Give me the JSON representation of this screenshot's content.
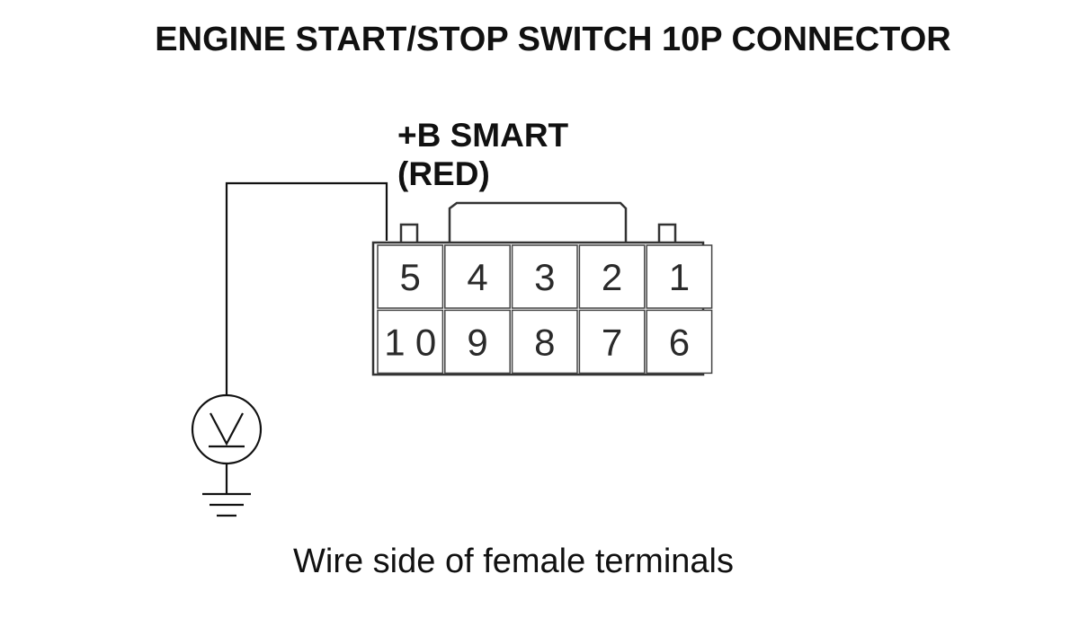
{
  "title": "ENGINE START/STOP SWITCH 10P CONNECTOR",
  "wire_label": {
    "line1": "+B SMART",
    "line2": "(RED)"
  },
  "connector": {
    "top_row": [
      "5",
      "4",
      "3",
      "2",
      "1"
    ],
    "bottom_row": [
      "10",
      "9",
      "8",
      "7",
      "6"
    ],
    "probed_terminal": "5"
  },
  "meter": {
    "symbol": "V",
    "icon": "voltmeter-icon"
  },
  "ground": {
    "icon": "ground-icon"
  },
  "caption": "Wire side of female terminals"
}
